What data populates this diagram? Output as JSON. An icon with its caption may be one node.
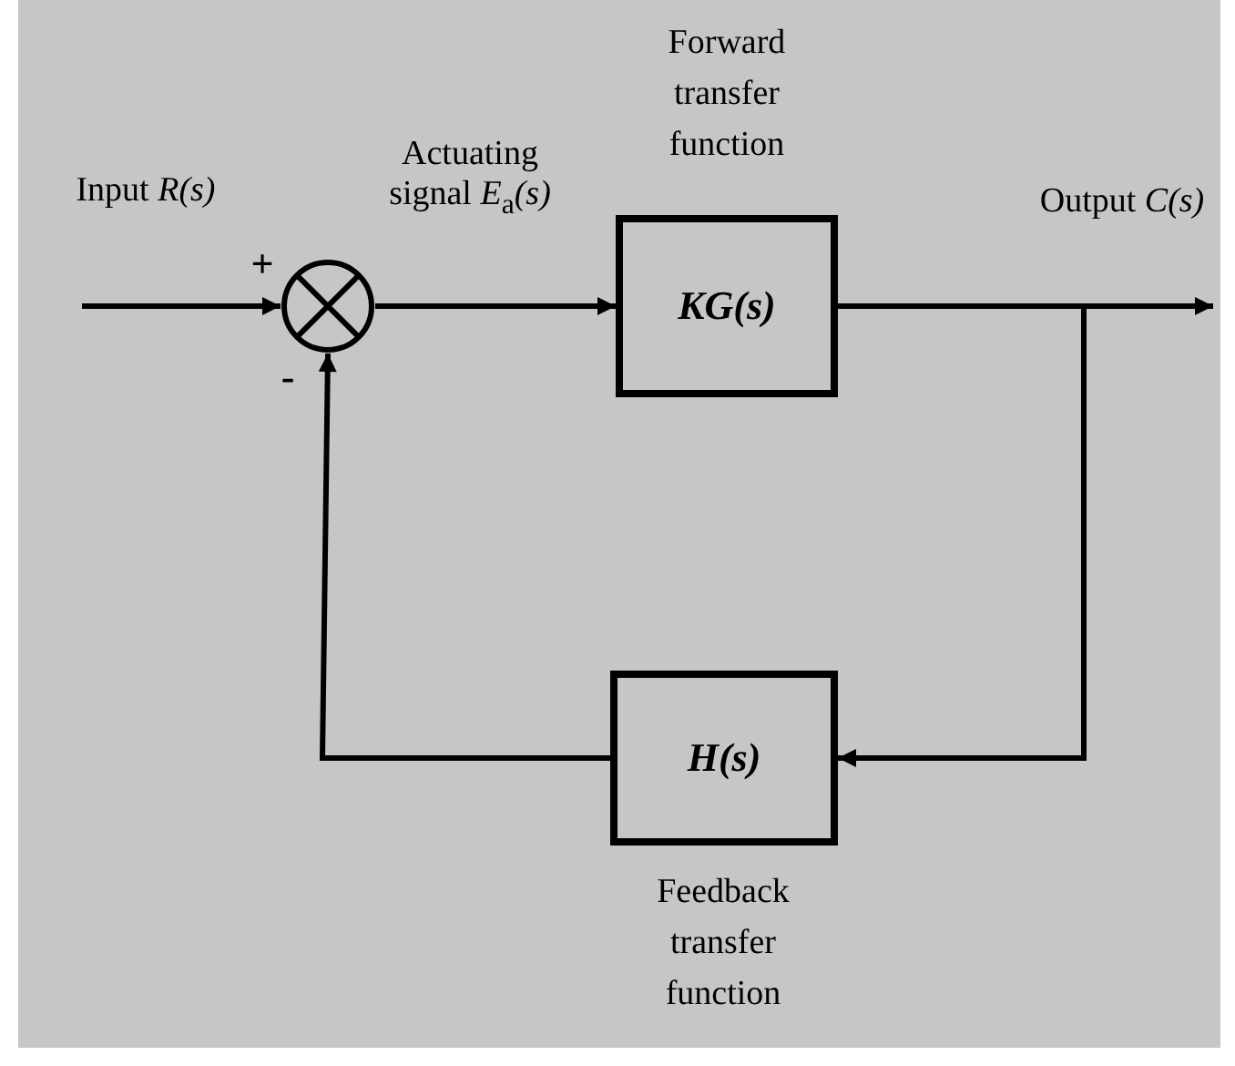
{
  "diagram": {
    "nodes": [
      {
        "text": [],
        "shape": "circle"
      },
      {
        "text": [
          "KG(s)"
        ],
        "beside": [
          "Forward transfer function"
        ]
      },
      {
        "text": [
          "H(s)"
        ],
        "beside": [
          "Feedback transfer function"
        ]
      }
    ],
    "edges": [
      {
        "from": null,
        "to": 0,
        "arrow": "to",
        "label": "Input *R(s)*"
      },
      {
        "from": 0,
        "to": 1,
        "arrow": "to",
        "label": "Actuating signal *E*$_{a}$*(s)*"
      },
      {
        "from": 1,
        "to": null,
        "arrow": "to",
        "label": "Output *C(s)*"
      },
      {
        "from": 1,
        "to": 2,
        "arrow": "to"
      },
      {
        "from": 2,
        "to": 0,
        "arrow": "to"
      }
    ],
    "labels": [
      "+",
      "-"
    ]
  }
}
